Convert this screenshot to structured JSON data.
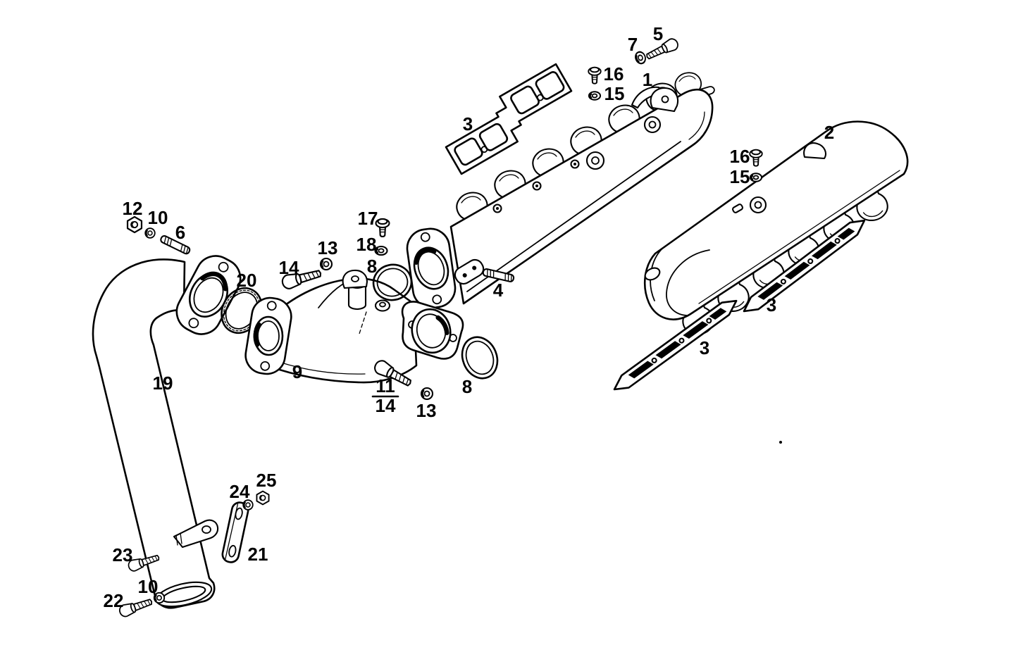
{
  "figure": {
    "kind": "exploded-parts-diagram",
    "subject": "exhaust manifolds, gaskets and exhaust pipe",
    "background": "#ffffff",
    "ink": "#000000"
  },
  "callouts": {
    "c1": "1",
    "c2": "2",
    "c3a": "3",
    "c3b": "3",
    "c3c": "3",
    "c4": "4",
    "c5": "5",
    "c6": "6",
    "c7": "7",
    "c8a": "8",
    "c8b": "8",
    "c9": "9",
    "c10a": "10",
    "c10b": "10",
    "c11": "11",
    "c12": "12",
    "c13a": "13",
    "c13b": "13",
    "c14a": "14",
    "c14b": "14",
    "c15a": "15",
    "c15b": "15",
    "c16a": "16",
    "c16b": "16",
    "c17": "17",
    "c18": "18",
    "c19": "19",
    "c20": "20",
    "c21": "21",
    "c22": "22",
    "c23": "23",
    "c24": "24",
    "c25": "25"
  }
}
